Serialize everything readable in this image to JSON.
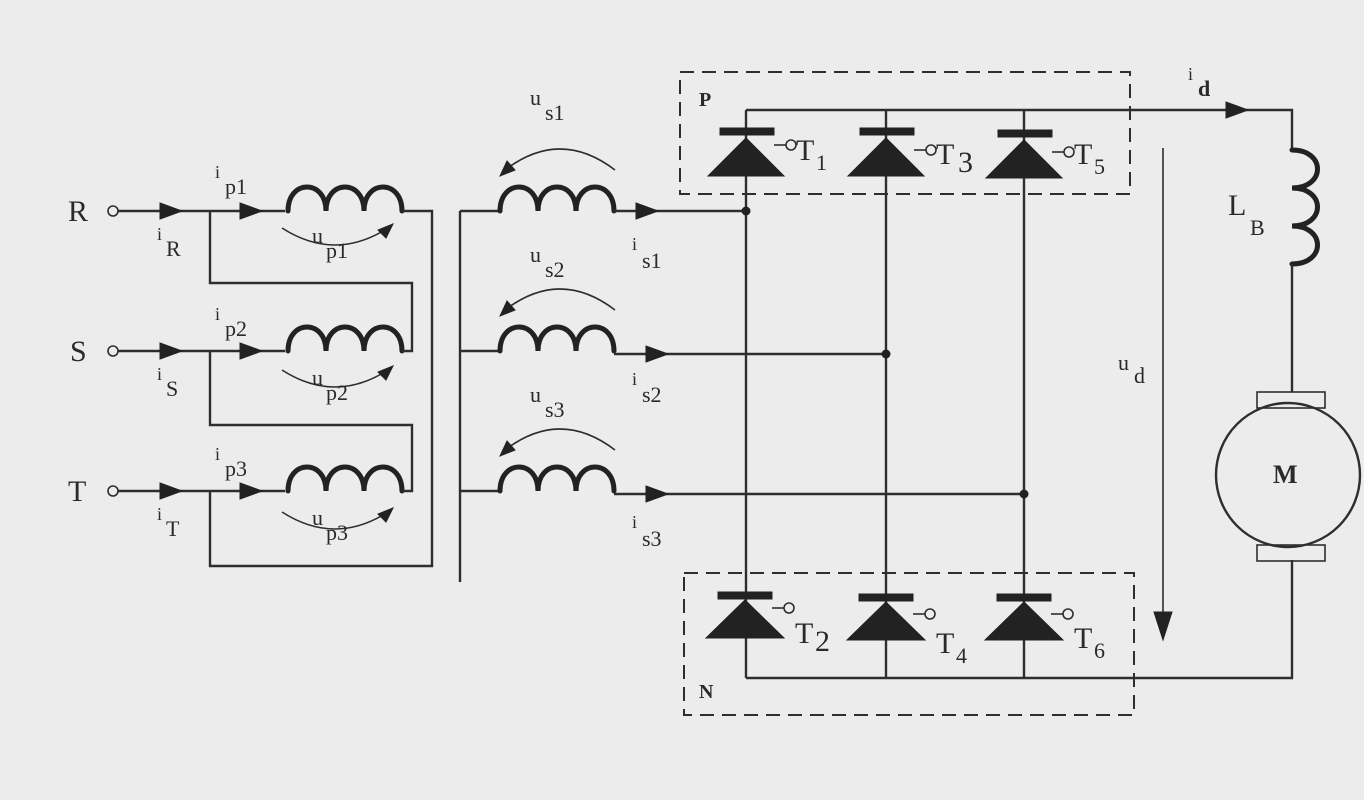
{
  "inputs": {
    "R": {
      "name": "R",
      "i_main": "i",
      "i_sub": "R",
      "ip_main": "i",
      "ip_sub": "p1",
      "up_main": "u",
      "up_sub": "p1"
    },
    "S": {
      "name": "S",
      "i_main": "i",
      "i_sub": "S",
      "ip_main": "i",
      "ip_sub": "p2",
      "up_main": "u",
      "up_sub": "p2"
    },
    "T": {
      "name": "T",
      "i_main": "i",
      "i_sub": "T",
      "ip_main": "i",
      "ip_sub": "p3",
      "up_main": "u",
      "up_sub": "p3"
    }
  },
  "secondary": {
    "s1": {
      "u_main": "u",
      "u_sub": "s1",
      "i_main": "i",
      "i_sub": "s1"
    },
    "s2": {
      "u_main": "u",
      "u_sub": "s2",
      "i_main": "i",
      "i_sub": "s2"
    },
    "s3": {
      "u_main": "u",
      "u_sub": "s3",
      "i_main": "i",
      "i_sub": "s3"
    }
  },
  "groups": {
    "P": "P",
    "N": "N"
  },
  "thyristors": {
    "T1": {
      "main": "T",
      "sub": "1"
    },
    "T2": {
      "main": "T",
      "sub": "2"
    },
    "T3": {
      "main": "T",
      "sub": "3"
    },
    "T4": {
      "main": "T",
      "sub": "4"
    },
    "T5": {
      "main": "T",
      "sub": "5"
    },
    "T6": {
      "main": "T",
      "sub": "6"
    }
  },
  "dc_side": {
    "id_main": "i",
    "id_sub": "d",
    "ud_main": "u",
    "ud_sub": "d",
    "LB_main": "L",
    "LB_sub": "B",
    "motor": "M"
  }
}
